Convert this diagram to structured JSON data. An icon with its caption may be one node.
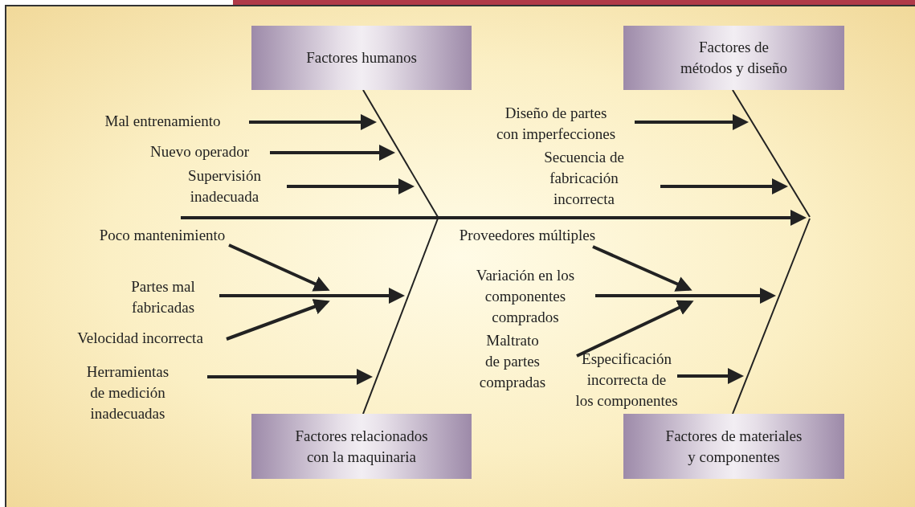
{
  "diagram": {
    "nodes": [
      {
        "text": [
          "Factores humanos"
        ]
      },
      {
        "text": [
          "Factores de métodos y diseño"
        ]
      },
      {
        "text": [
          "Factores relacionados con la maquinaria"
        ]
      },
      {
        "text": [
          "Factores de materiales y componentes"
        ]
      },
      {
        "text": [
          "Mal entrenamiento"
        ]
      },
      {
        "text": [
          "Nuevo operador"
        ]
      },
      {
        "text": [
          "Supervisión inadecuada"
        ]
      },
      {
        "text": [
          "Diseño de partes con imperfecciones"
        ]
      },
      {
        "text": [
          "Secuencia de fabricación incorrecta"
        ]
      },
      {
        "text": [
          "Poco mantenimiento"
        ]
      },
      {
        "text": [
          "Partes mal fabricadas"
        ]
      },
      {
        "text": [
          "Velocidad incorrecta"
        ]
      },
      {
        "text": [
          "Herramientas de medición inadecuadas"
        ]
      },
      {
        "text": [
          "Proveedores múltiples"
        ]
      },
      {
        "text": [
          "Variación en los componentes comprados"
        ]
      },
      {
        "text": [
          "Maltrato de partes compradas"
        ]
      },
      {
        "text": [
          "Especificación incorrecta de los componentes"
        ]
      }
    ],
    "edges": [
      {
        "from": 0,
        "to": null,
        "arrow": "none"
      },
      {
        "from": 1,
        "to": null,
        "arrow": "none"
      },
      {
        "from": 2,
        "to": null,
        "arrow": "none"
      },
      {
        "from": 3,
        "to": null,
        "arrow": "none"
      },
      {
        "from": 4,
        "to": null,
        "arrow": "to"
      },
      {
        "from": 5,
        "to": null,
        "arrow": "to"
      },
      {
        "from": 6,
        "to": null,
        "arrow": "to"
      },
      {
        "from": 7,
        "to": null,
        "arrow": "to"
      },
      {
        "from": 8,
        "to": null,
        "arrow": "to"
      },
      {
        "from": 9,
        "to": null,
        "arrow": "to"
      },
      {
        "from": 10,
        "to": null,
        "arrow": "to"
      },
      {
        "from": 11,
        "to": null,
        "arrow": "to"
      },
      {
        "from": 12,
        "to": null,
        "arrow": "to"
      },
      {
        "from": 13,
        "to": null,
        "arrow": "to"
      },
      {
        "from": 14,
        "to": null,
        "arrow": "to"
      },
      {
        "from": 15,
        "to": null,
        "arrow": "to"
      },
      {
        "from": 16,
        "to": null,
        "arrow": "to"
      }
    ]
  }
}
